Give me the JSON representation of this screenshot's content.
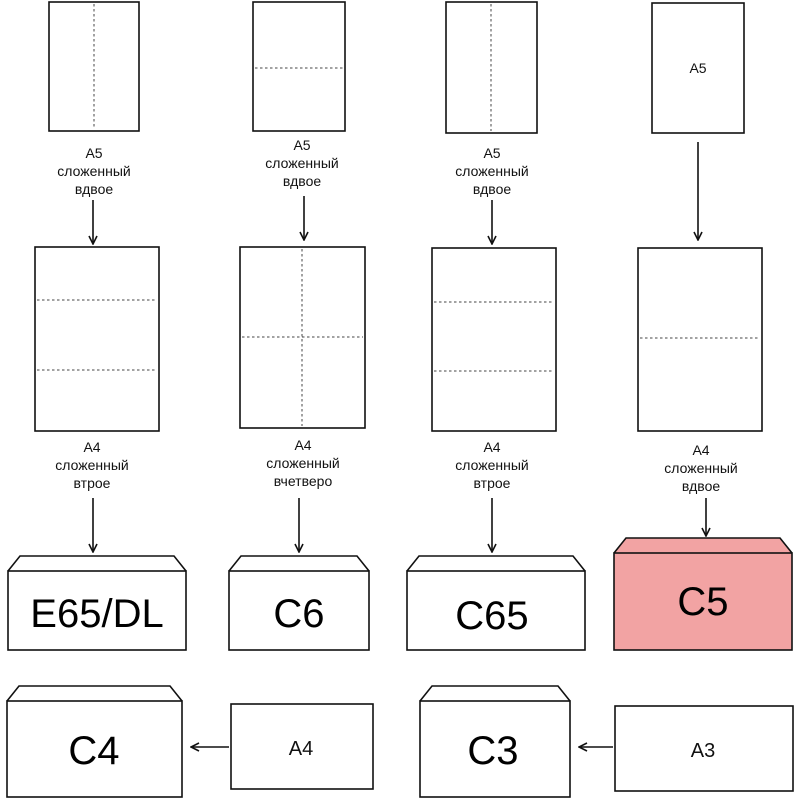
{
  "columns": [
    {
      "top": {
        "name": "A5",
        "fold": "сложенный вдвое",
        "top_label": ""
      },
      "mid": {
        "name": "A4",
        "fold": "сложенный втрое"
      },
      "envelope": {
        "label": "E65/DL",
        "highlighted": false
      }
    },
    {
      "top": {
        "name": "A5",
        "fold": "сложенный вдвое",
        "top_label": ""
      },
      "mid": {
        "name": "A4",
        "fold": "сложенный вчетверо"
      },
      "envelope": {
        "label": "C6",
        "highlighted": false
      }
    },
    {
      "top": {
        "name": "A5",
        "fold": "сложенный вдвое",
        "top_label": ""
      },
      "mid": {
        "name": "A4",
        "fold": "сложенный втрое"
      },
      "envelope": {
        "label": "C65",
        "highlighted": false
      }
    },
    {
      "top": {
        "name": "A4",
        "fold": "сложенный вдвое",
        "top_label": "A5"
      },
      "mid": {
        "name": "",
        "fold": ""
      },
      "envelope": {
        "label": "C5",
        "highlighted": true
      }
    }
  ],
  "bottom": [
    {
      "envelope": "C4",
      "source": "A4"
    },
    {
      "envelope": "C3",
      "source": "A3"
    }
  ],
  "colors": {
    "highlight_fill": "#f2a3a3",
    "envelope_fill": "#ffffff",
    "stroke": "#111111"
  }
}
